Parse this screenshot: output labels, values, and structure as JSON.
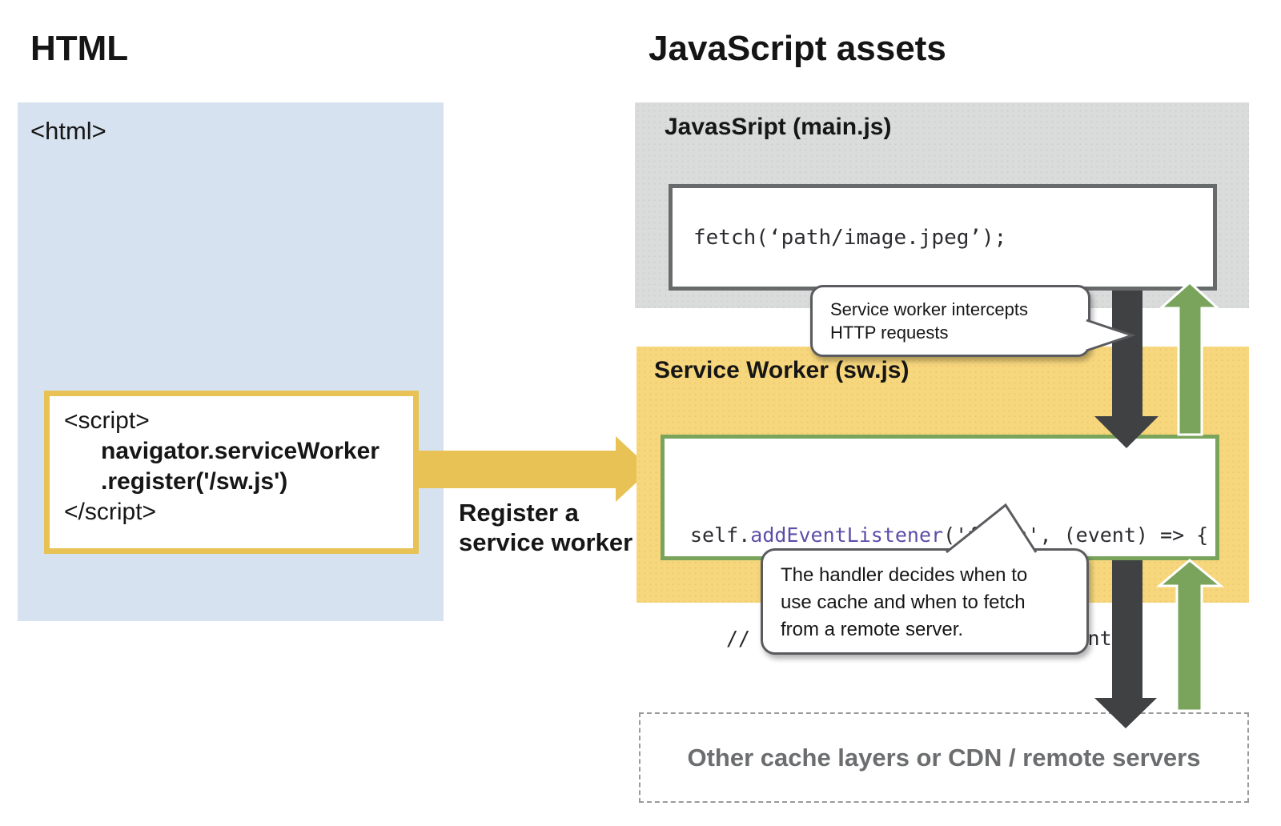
{
  "colors": {
    "blue_panel": "#d7e2f0",
    "gray_panel": "#dadcdb",
    "yellow_panel": "#f7d77d",
    "yellow_accent": "#e8c255",
    "green_accent": "#7aa45c",
    "dark_arrow": "#3f4143",
    "code_keyword_purple": "#5c4ea8",
    "muted_text": "#6b6d6f"
  },
  "left_panel": {
    "heading": "HTML",
    "html_tag": "<html>",
    "script_code": {
      "open_tag": "<script>",
      "line_navigator": "navigator.serviceWorker",
      "line_register": ".register('/sw.js')",
      "close_tag": "</script>"
    },
    "arrow_label_line1": "Register a",
    "arrow_label_line2": "service worker"
  },
  "right_panel": {
    "heading": "JavaScript assets",
    "main_js": {
      "title": "JavasSript (main.js)",
      "code": "fetch(‘path/image.jpeg’);"
    },
    "service_worker": {
      "title": "Service Worker (sw.js)",
      "code_self": "self.",
      "code_keyword": "addEventListener",
      "code_args": "('fetch', (event) => {",
      "code_comment": "// logic of handling fetch event",
      "code_close": "})"
    },
    "callout_intercept": {
      "line1": "Service worker intercepts",
      "line2": "HTTP requests"
    },
    "callout_handler": {
      "line1": "The handler decides when to",
      "line2": "use cache and when to fetch",
      "line3": "from a remote server."
    },
    "remote_box": {
      "label": "Other cache layers or CDN / remote servers"
    }
  }
}
